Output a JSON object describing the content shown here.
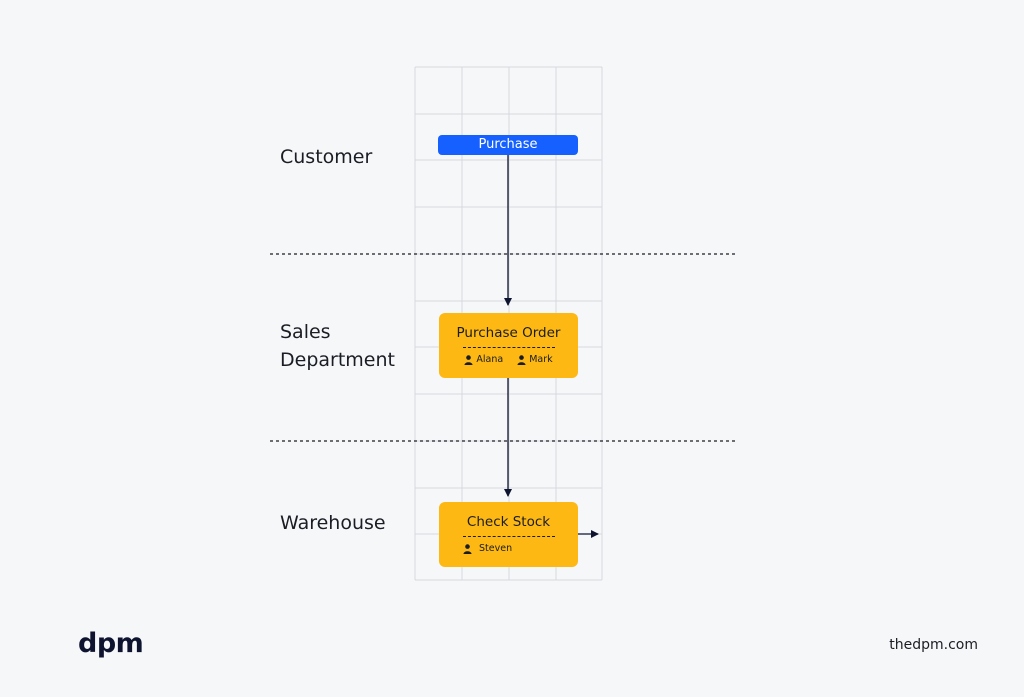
{
  "lanes": [
    {
      "label": "Customer"
    },
    {
      "label": "Sales\nDepartment"
    },
    {
      "label": "Warehouse"
    }
  ],
  "steps": {
    "purchase": {
      "title": "Purchase"
    },
    "purchase_order": {
      "title": "Purchase Order",
      "owners": [
        "Alana",
        "Mark"
      ]
    },
    "check_stock": {
      "title": "Check Stock",
      "owners": [
        "Steven"
      ]
    }
  },
  "colors": {
    "accent_blue": "#1560ff",
    "step_yellow": "#fdb813",
    "ink": "#0e1430",
    "background": "#f6f7f9",
    "grid": "#d5d8de"
  },
  "icons": {
    "owner": "person-icon"
  },
  "footer": {
    "brand": "dpm",
    "site": "thedpm.com"
  }
}
